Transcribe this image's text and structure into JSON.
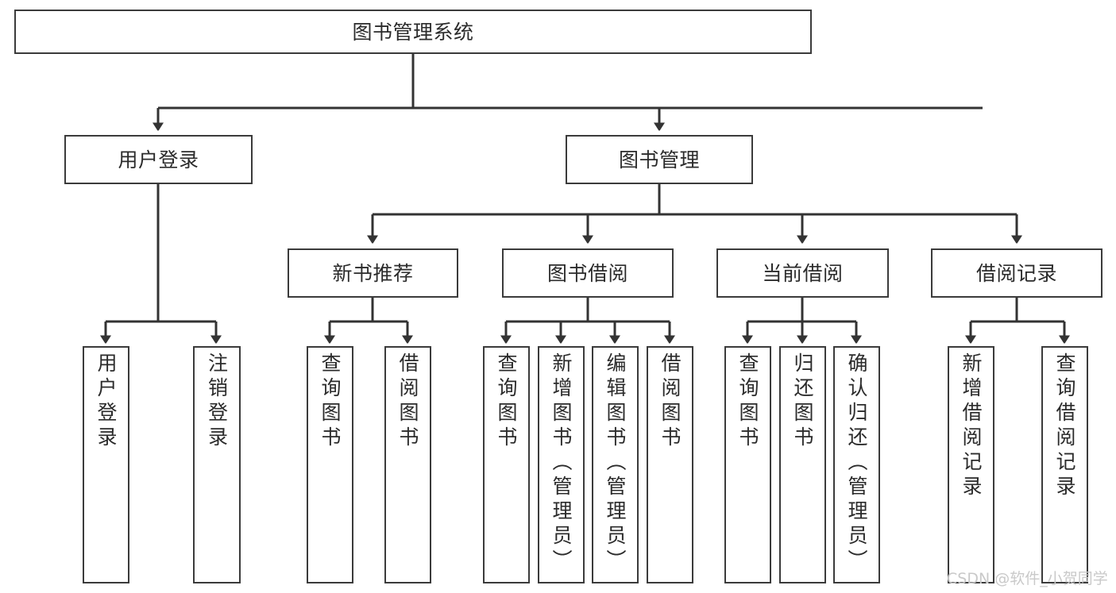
{
  "diagram": {
    "title": "图书管理系统",
    "type": "tree-hierarchy-chart",
    "colors": {
      "background": "#ffffff",
      "box_border": "#3b3b3b",
      "box_fill": "#ffffff",
      "text": "#2b2b2b",
      "edge": "#333333",
      "watermark": "#c9c9c9"
    },
    "root": {
      "id": "root",
      "label": "图书管理系统",
      "orientation": "horizontal"
    },
    "level2": [
      {
        "id": "user-login",
        "label": "用户登录",
        "orientation": "horizontal"
      },
      {
        "id": "book-management",
        "label": "图书管理",
        "orientation": "horizontal"
      }
    ],
    "level3": [
      {
        "id": "new-book-recommend",
        "label": "新书推荐",
        "orientation": "horizontal",
        "parent": "book-management"
      },
      {
        "id": "book-borrow",
        "label": "图书借阅",
        "orientation": "horizontal",
        "parent": "book-management"
      },
      {
        "id": "current-borrow",
        "label": "当前借阅",
        "orientation": "horizontal",
        "parent": "book-management"
      },
      {
        "id": "borrow-record",
        "label": "借阅记录",
        "orientation": "horizontal",
        "parent": "book-management"
      }
    ],
    "leaves": [
      {
        "id": "leaf-user-login",
        "label": "用户登录",
        "orientation": "vertical",
        "parent": "user-login"
      },
      {
        "id": "leaf-logout-login",
        "label": "注销登录",
        "orientation": "vertical",
        "parent": "user-login"
      },
      {
        "id": "leaf-query-book-1",
        "label": "查询图书",
        "orientation": "vertical",
        "parent": "new-book-recommend"
      },
      {
        "id": "leaf-borrow-book-1",
        "label": "借阅图书",
        "orientation": "vertical",
        "parent": "new-book-recommend"
      },
      {
        "id": "leaf-query-book-2",
        "label": "查询图书",
        "orientation": "vertical",
        "parent": "book-borrow"
      },
      {
        "id": "leaf-add-book-admin",
        "label": "新增图书（管理员）",
        "orientation": "vertical",
        "parent": "book-borrow"
      },
      {
        "id": "leaf-edit-book-admin",
        "label": "编辑图书（管理员）",
        "orientation": "vertical",
        "parent": "book-borrow"
      },
      {
        "id": "leaf-borrow-book-2",
        "label": "借阅图书",
        "orientation": "vertical",
        "parent": "book-borrow"
      },
      {
        "id": "leaf-query-book-3",
        "label": "查询图书",
        "orientation": "vertical",
        "parent": "current-borrow"
      },
      {
        "id": "leaf-return-book",
        "label": "归还图书",
        "orientation": "vertical",
        "parent": "current-borrow"
      },
      {
        "id": "leaf-confirm-return-admin",
        "label": "确认归还（管理员）",
        "orientation": "vertical",
        "parent": "current-borrow"
      },
      {
        "id": "leaf-add-borrow-record",
        "label": "新增借阅记录",
        "orientation": "vertical",
        "parent": "borrow-record"
      },
      {
        "id": "leaf-query-borrow-record",
        "label": "查询借阅记录",
        "orientation": "vertical",
        "parent": "borrow-record"
      }
    ],
    "watermark": "CSDN @软件_小贺同学"
  }
}
